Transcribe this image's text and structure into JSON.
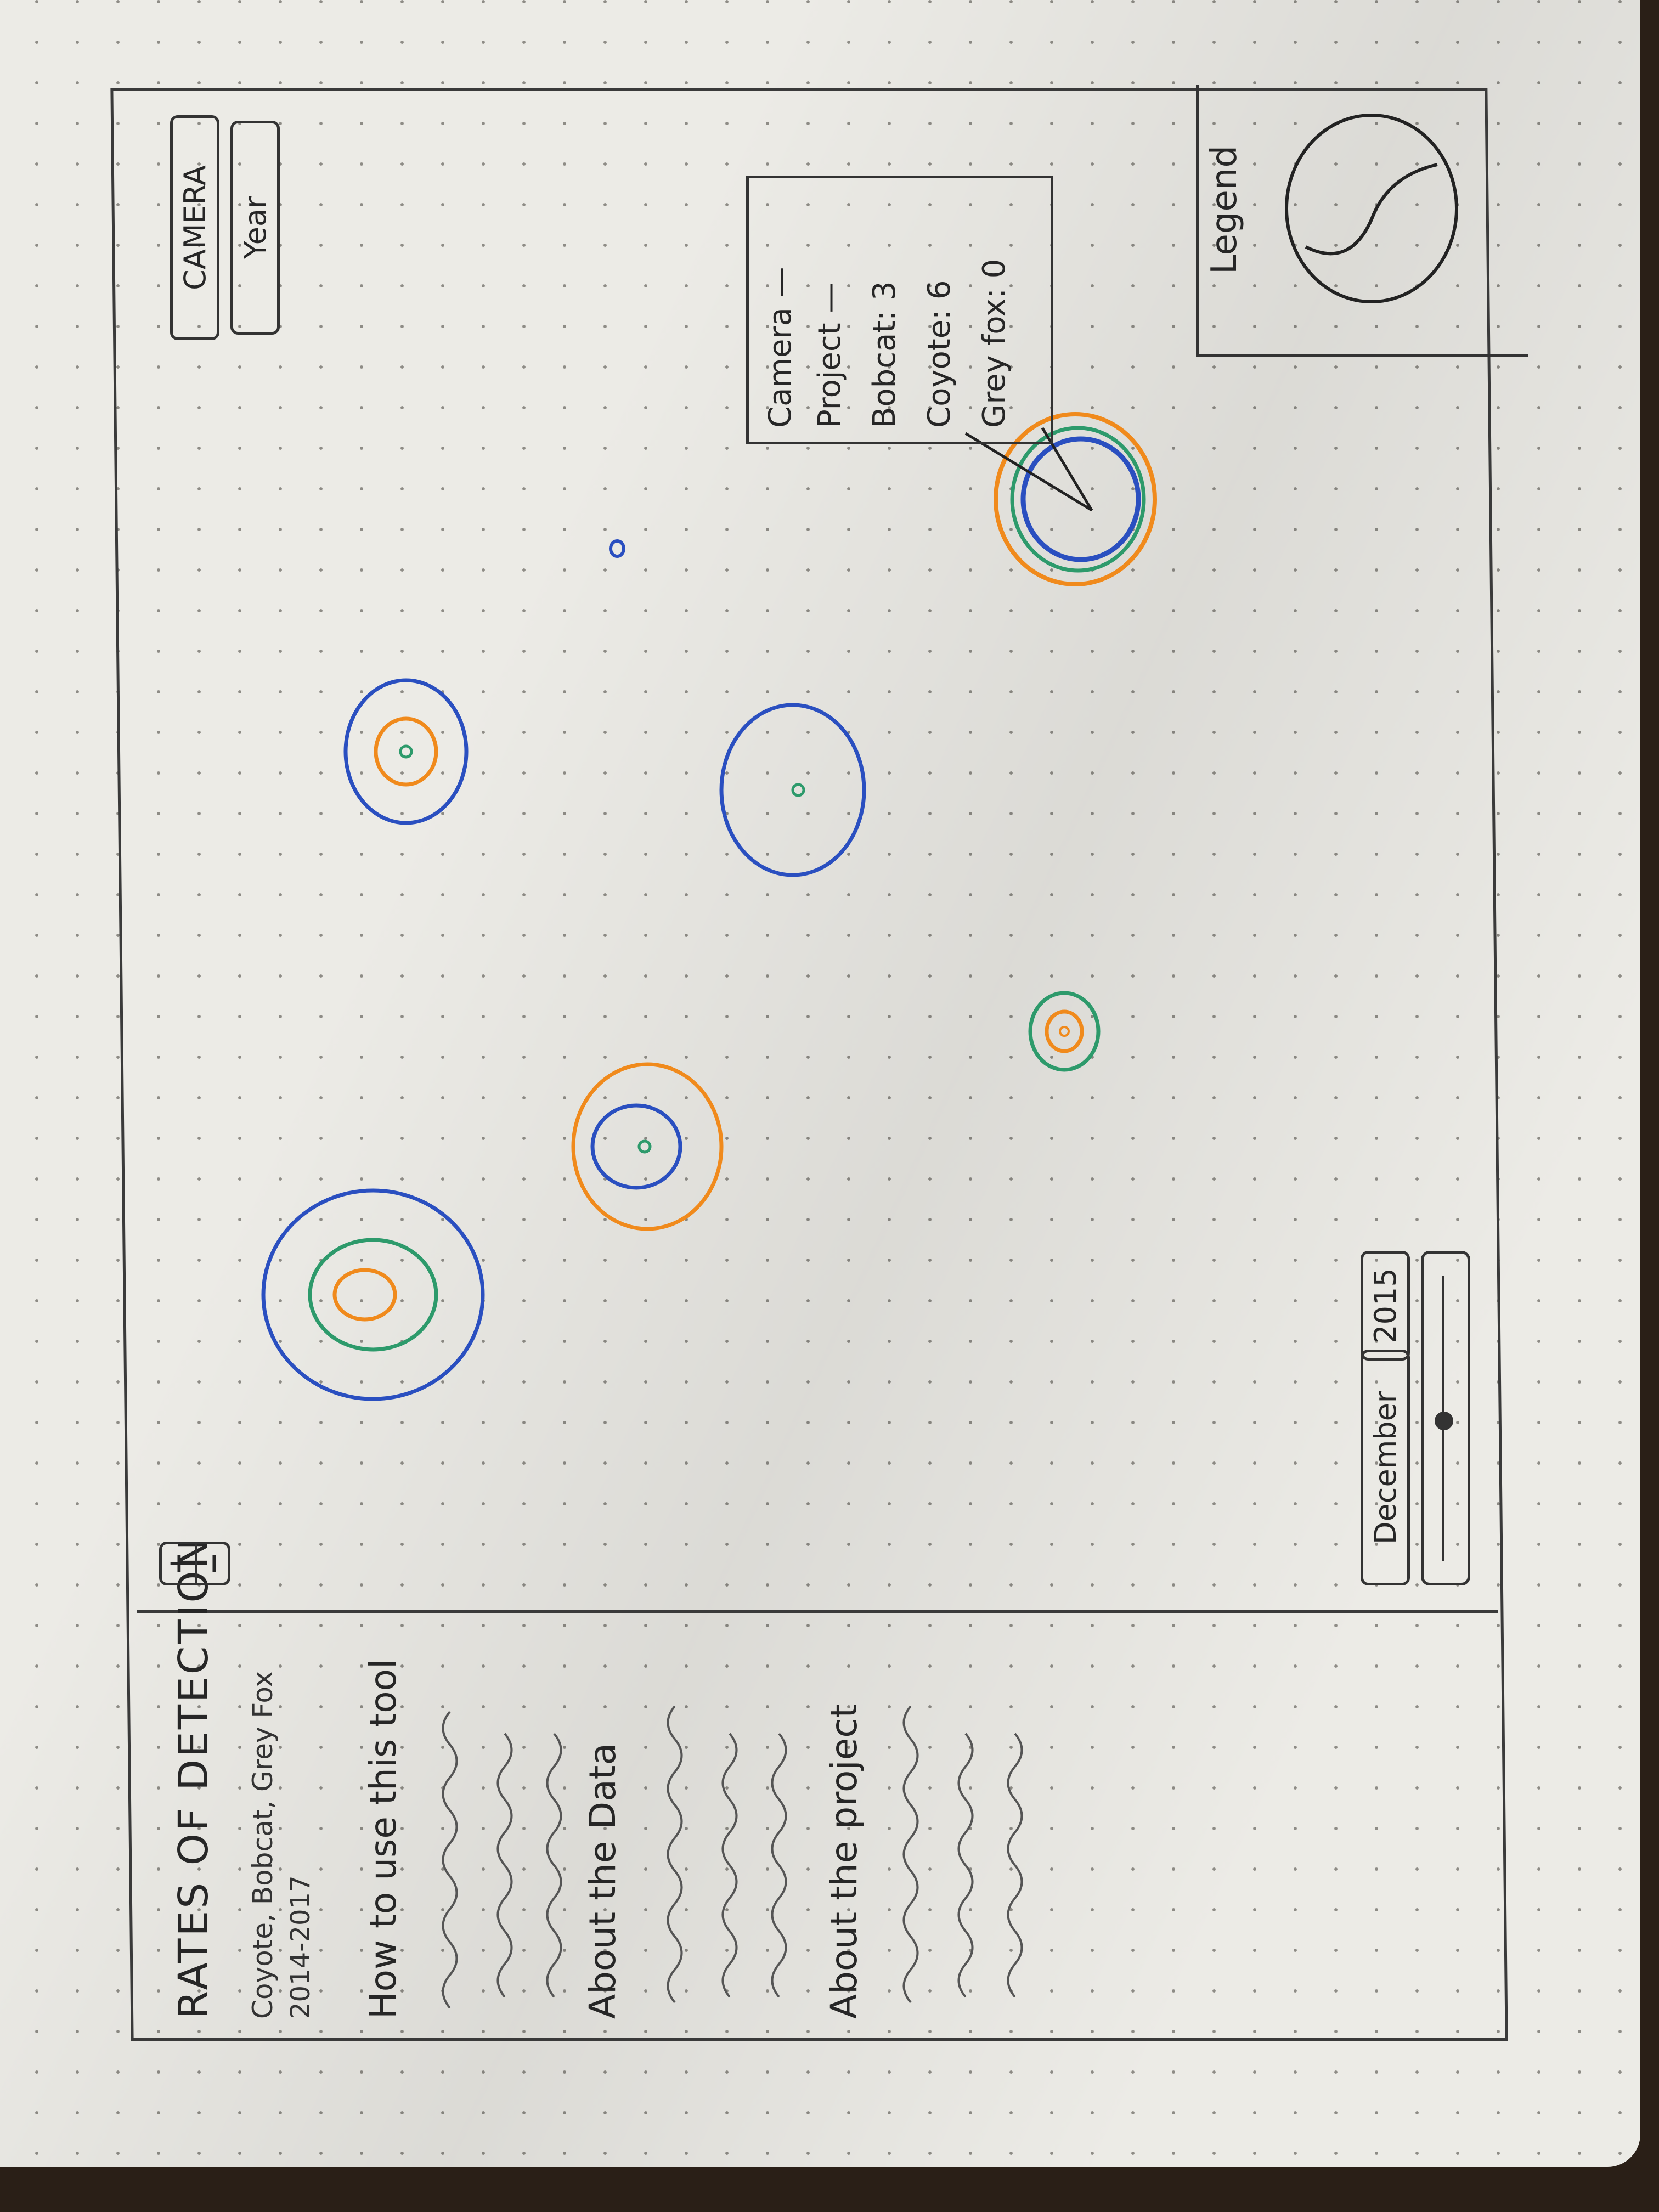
{
  "sidebar": {
    "title": "RATES OF DETECTION",
    "subtitle": "Coyote, Bobcat, Grey Fox",
    "years": "2014-2017",
    "sections": [
      {
        "heading": "How to use this tool"
      },
      {
        "heading": "About the Data"
      },
      {
        "heading": "About the project"
      }
    ]
  },
  "map": {
    "zoom_in": "+",
    "zoom_out": "−",
    "toggle_camera": "CAMERA",
    "toggle_year": "Year",
    "month": "December",
    "year": "2015",
    "legend_label": "Legend"
  },
  "tooltip": {
    "line1": "Camera —",
    "line2": "Project —",
    "bobcat": "Bobcat: 3",
    "coyote": "Coyote: 6",
    "greyfox": "Grey fox: 0"
  },
  "colors": {
    "bobcat": "#f08a1c",
    "coyote": "#2d9a6b",
    "greyfox": "#2a4fc0"
  }
}
